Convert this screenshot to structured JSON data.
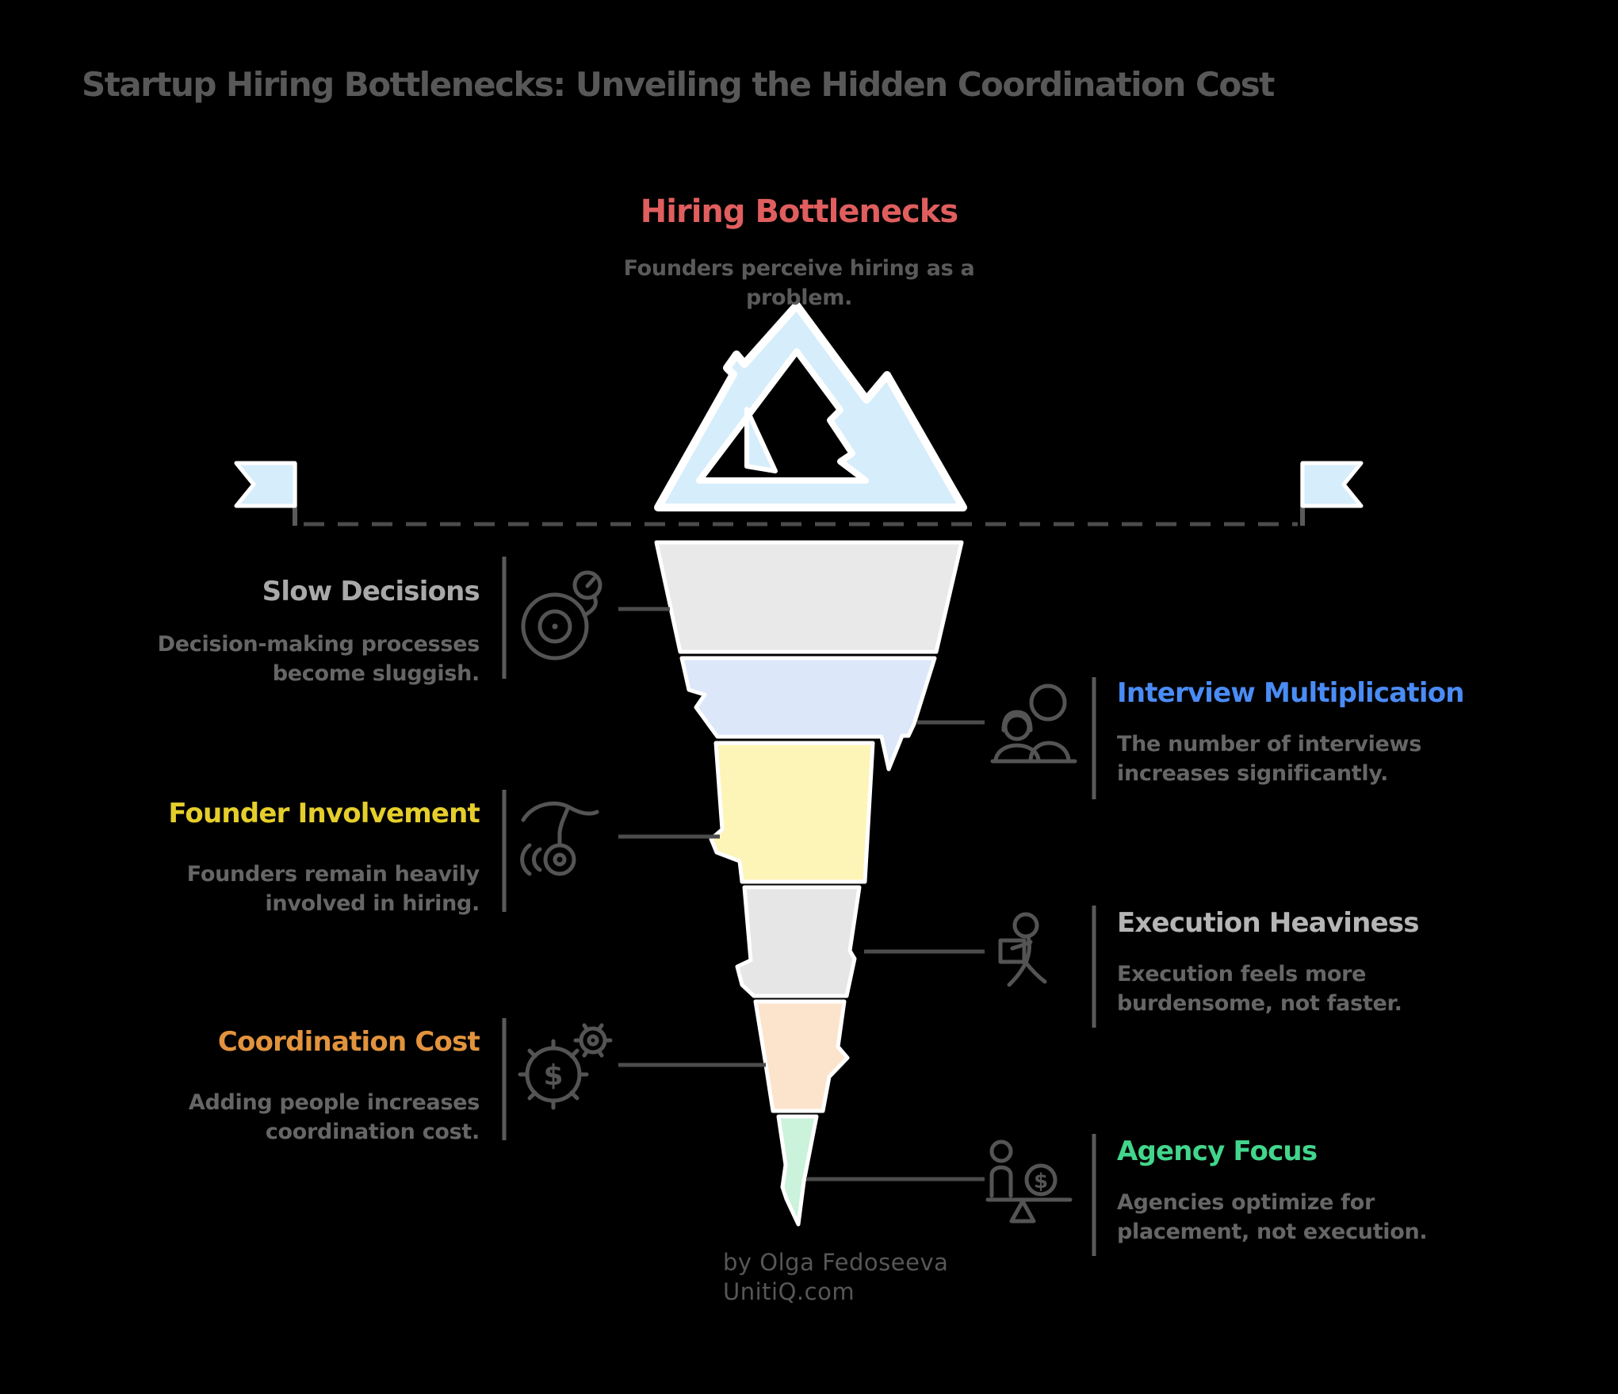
{
  "title": "Startup Hiring Bottlenecks: Unveiling the Hidden Coordination Cost",
  "colors": {
    "background": "#000000",
    "iceberg_fill": "#d6edfb",
    "outline": "#ffffff",
    "waterline": "#4c4c4c",
    "connector": "#4c4c4c",
    "divider": "#5a5a5a",
    "icon_stroke": "#545454",
    "title_text": "#585858",
    "description_text": "#666666"
  },
  "tip_section": {
    "label": "Hiring Bottlenecks",
    "color": "#e05e5e",
    "description_lines": [
      "Founders perceive hiring as a",
      "problem."
    ]
  },
  "left_sections": [
    {
      "label": "Slow Decisions",
      "color": "#a9a9a9",
      "icon": "snail-stopwatch-icon",
      "segment_color": "#e9e9e9",
      "description_lines": [
        "Decision-making processes",
        "become sluggish."
      ]
    },
    {
      "label": "Founder Involvement",
      "color": "#e5ce2b",
      "icon": "hand-yoyo-icon",
      "segment_color": "#fdf4b8",
      "description_lines": [
        "Founders remain heavily",
        "involved in hiring."
      ]
    },
    {
      "label": "Coordination Cost",
      "color": "#e2933d",
      "icon": "dollar-gears-icon",
      "segment_color": "#fce4cc",
      "description_lines": [
        "Adding people increases",
        "coordination cost."
      ]
    }
  ],
  "right_sections": [
    {
      "label": "Interview Multiplication",
      "color": "#4a8cf5",
      "icon": "interview-people-icon",
      "segment_color": "#dce7fa",
      "description_lines": [
        "The number of interviews",
        "increases significantly."
      ]
    },
    {
      "label": "Execution Heaviness",
      "color": "#b5b5b5",
      "icon": "person-carrying-laptop-icon",
      "segment_color": "#e6e6e6",
      "description_lines": [
        "Execution feels more",
        "burdensome, not faster."
      ]
    },
    {
      "label": "Agency Focus",
      "color": "#41d68c",
      "icon": "person-money-scale-icon",
      "segment_color": "#cbf2db",
      "description_lines": [
        "Agencies optimize for",
        "placement, not execution."
      ]
    }
  ],
  "icon_glyphs": {
    "dollar": "$"
  },
  "footer": {
    "lines": [
      "by Olga Fedoseeva",
      "UnitiQ.com"
    ]
  }
}
